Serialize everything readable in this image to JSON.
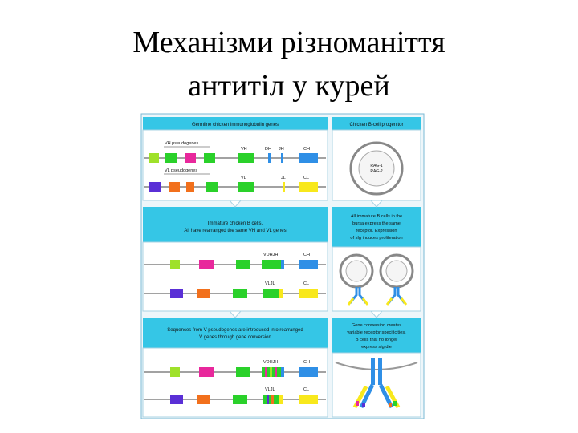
{
  "slide": {
    "title_line1": "Механізми різноманіття",
    "title_line2": "антитіл у курей"
  },
  "panels": {
    "germline_header": "Germline chicken immunoglobulin genes",
    "progenitor_header": "Chicken B-cell progenitor",
    "immature_line1": "Immature chicken B cells.",
    "immature_line2": "All have rearranged the same VH and VL genes",
    "proliferation_lines": [
      "All immature B cells in the",
      "bursa express the same",
      "receptor. Expression",
      "of sIg induces proliferation"
    ],
    "pseudogene_line1": "Sequences from V pseudogenes are introduced into rearranged",
    "pseudogene_line2": "V genes through gene conversion",
    "conversion_lines": [
      "Gene conversion creates",
      "variable receptor specificities.",
      "B cells that no longer",
      "express sIg die"
    ]
  },
  "gene_labels": {
    "vh_pseudogenes": "VH pseudogenes",
    "vl_pseudogenes": "VL pseudogenes",
    "vh": "VH",
    "dh": "DH",
    "jh": "JH",
    "ch": "CH",
    "vl": "VL",
    "jl": "JL",
    "cl": "CL",
    "vdjh": "VDHJH",
    "vjl": "VLJL",
    "nucleus_line1": "RAG-1",
    "nucleus_line2": "RAG-2"
  },
  "colors": {
    "panel_cyan": "#35c6e6",
    "panel_light": "#e8f4fa",
    "border": "#7ab9d4",
    "green": "#2ad12a",
    "lime": "#9fe12a",
    "magenta": "#e8289c",
    "blue": "#2f8fe6",
    "yellow": "#f8e81c",
    "purple": "#5a2fd6",
    "orange": "#f2701c"
  }
}
